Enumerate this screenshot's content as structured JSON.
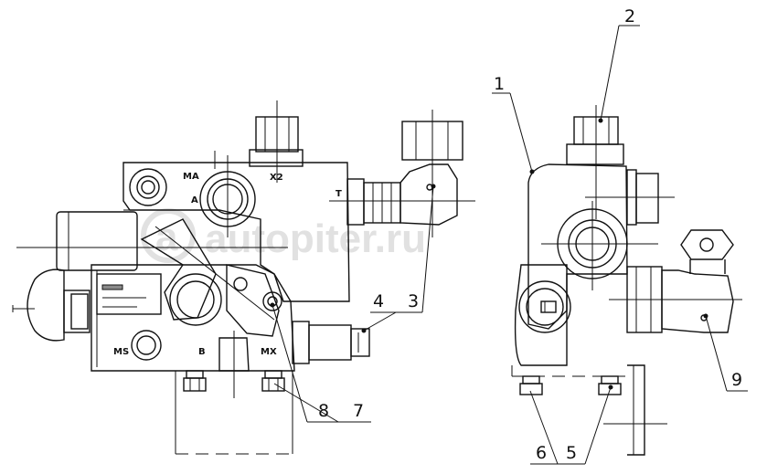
{
  "drawing": {
    "ports": {
      "ma": "MA",
      "a": "A",
      "x2": "X2",
      "t": "T",
      "ms": "MS",
      "b": "B",
      "mx": "MX"
    },
    "callouts": {
      "n1": "1",
      "n2": "2",
      "n3": "3",
      "n4": "4",
      "n5": "5",
      "n6": "6",
      "n7": "7",
      "n8": "8",
      "n9": "9"
    },
    "watermark": "autopiter.ru"
  }
}
